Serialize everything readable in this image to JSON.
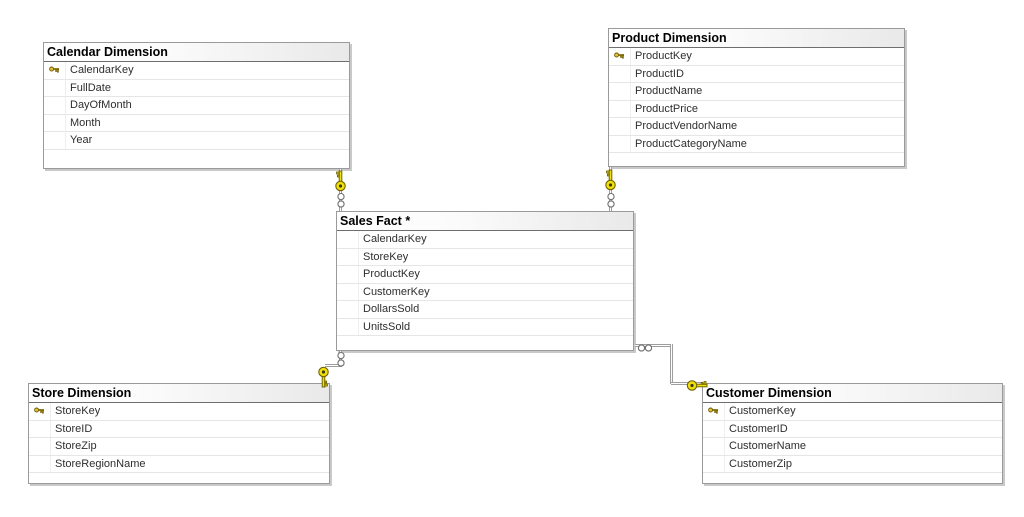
{
  "colors": {
    "canvas_bg": "#ffffff",
    "table_border": "#9a9a9a",
    "table_shadow": "#c9c9c9",
    "header_gradient_start": "#ffffff",
    "header_gradient_end": "#e9e9e9",
    "header_underline": "#6e6e6e",
    "row_divider": "#e6e6e6",
    "row_text": "#2e2e2e",
    "title_text": "#000000",
    "connector_line": "#9e9e9e",
    "key_symbol_fill": "#f2e00a",
    "key_symbol_outline": "#6e6400",
    "infinity_symbol_outline": "#6f6f6f",
    "pk_icon_gold": "#e3c23a"
  },
  "tables": [
    {
      "title": "Calendar Dimension",
      "columns": [
        {
          "name": "CalendarKey",
          "primary_key": true
        },
        {
          "name": "FullDate",
          "primary_key": false
        },
        {
          "name": "DayOfMonth",
          "primary_key": false
        },
        {
          "name": "Month",
          "primary_key": false
        },
        {
          "name": "Year",
          "primary_key": false
        }
      ]
    },
    {
      "title": "Product Dimension",
      "columns": [
        {
          "name": "ProductKey",
          "primary_key": true
        },
        {
          "name": "ProductID",
          "primary_key": false
        },
        {
          "name": "ProductName",
          "primary_key": false
        },
        {
          "name": "ProductPrice",
          "primary_key": false
        },
        {
          "name": "ProductVendorName",
          "primary_key": false
        },
        {
          "name": "ProductCategoryName",
          "primary_key": false
        }
      ]
    },
    {
      "title": "Sales Fact *",
      "columns": [
        {
          "name": "CalendarKey",
          "primary_key": false
        },
        {
          "name": "StoreKey",
          "primary_key": false
        },
        {
          "name": "ProductKey",
          "primary_key": false
        },
        {
          "name": "CustomerKey",
          "primary_key": false
        },
        {
          "name": "DollarsSold",
          "primary_key": false
        },
        {
          "name": "UnitsSold",
          "primary_key": false
        }
      ]
    },
    {
      "title": "Store Dimension",
      "columns": [
        {
          "name": "StoreKey",
          "primary_key": true
        },
        {
          "name": "StoreID",
          "primary_key": false
        },
        {
          "name": "StoreZip",
          "primary_key": false
        },
        {
          "name": "StoreRegionName",
          "primary_key": false
        }
      ]
    },
    {
      "title": "Customer Dimension",
      "columns": [
        {
          "name": "CustomerKey",
          "primary_key": true
        },
        {
          "name": "CustomerID",
          "primary_key": false
        },
        {
          "name": "CustomerName",
          "primary_key": false
        },
        {
          "name": "CustomerZip",
          "primary_key": false
        }
      ]
    }
  ],
  "relationships": [
    {
      "one_side": "Calendar Dimension",
      "many_side": "Sales Fact *",
      "one_symbol": "key",
      "many_symbol": "infinity"
    },
    {
      "one_side": "Product Dimension",
      "many_side": "Sales Fact *",
      "one_symbol": "key",
      "many_symbol": "infinity"
    },
    {
      "one_side": "Store Dimension",
      "many_side": "Sales Fact *",
      "one_symbol": "key",
      "many_symbol": "infinity"
    },
    {
      "one_side": "Customer Dimension",
      "many_side": "Sales Fact *",
      "one_symbol": "key",
      "many_symbol": "infinity"
    }
  ]
}
